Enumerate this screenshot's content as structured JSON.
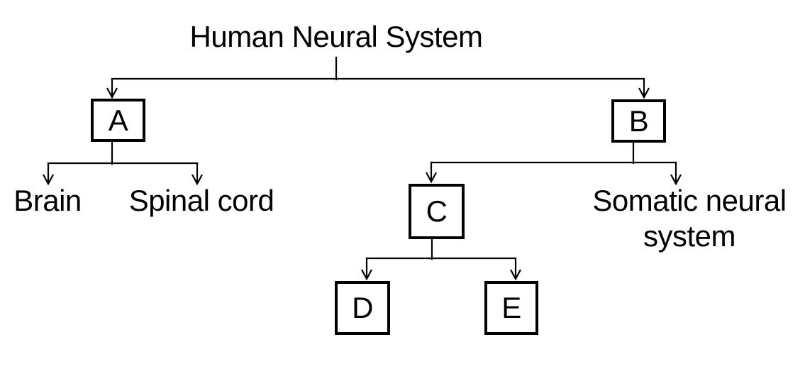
{
  "diagram": {
    "title": "Human Neural System",
    "nodes": [
      {
        "id": "A",
        "label": "A",
        "type": "box"
      },
      {
        "id": "B",
        "label": "B",
        "type": "box"
      },
      {
        "id": "C",
        "label": "C",
        "type": "box"
      },
      {
        "id": "D",
        "label": "D",
        "type": "box"
      },
      {
        "id": "E",
        "label": "E",
        "type": "box"
      },
      {
        "id": "brain",
        "label": "Brain",
        "type": "text"
      },
      {
        "id": "spinal-cord",
        "label": "Spinal cord",
        "type": "text"
      },
      {
        "id": "somatic",
        "label": "Somatic neural system",
        "type": "text"
      }
    ],
    "edges": [
      {
        "from": "title",
        "to": "A"
      },
      {
        "from": "title",
        "to": "B"
      },
      {
        "from": "A",
        "to": "brain"
      },
      {
        "from": "A",
        "to": "spinal-cord"
      },
      {
        "from": "B",
        "to": "C"
      },
      {
        "from": "B",
        "to": "somatic"
      },
      {
        "from": "C",
        "to": "D"
      },
      {
        "from": "C",
        "to": "E"
      }
    ],
    "colors": {
      "line": "#000000",
      "text": "#000000",
      "background": "#ffffff"
    }
  }
}
